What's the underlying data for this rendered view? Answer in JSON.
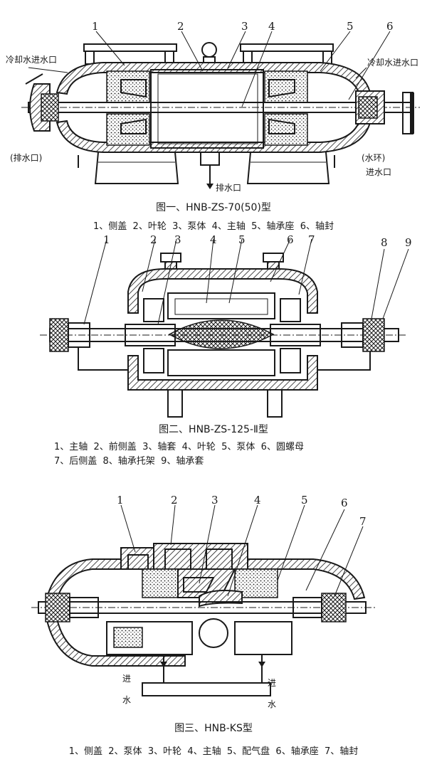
{
  "figure1": {
    "numbers": [
      "1",
      "2",
      "3",
      "4",
      "5",
      "6"
    ],
    "notes": {
      "cool_in_left": "冷却水进水口",
      "cool_in_right": "冷却水进水口",
      "drain_left": "(排水口)",
      "water_ring_1": "(水环)",
      "water_ring_2": "进水口",
      "drain_bottom": "排水口"
    },
    "caption": "图一、HNB-ZS-70(50)型",
    "legend": "1、侧盖  2、叶轮  3、泵体  4、主轴  5、轴承座  6、轴封"
  },
  "figure2": {
    "numbers": [
      "1",
      "2",
      "3",
      "4",
      "5",
      "6",
      "7",
      "8",
      "9"
    ],
    "caption": "图二、HNB-ZS-125-Ⅱ型",
    "legend_line1": "1、主轴  2、前侧盖  3、轴套  4、叶轮  5、泵体  6、圆螺母",
    "legend_line2": "7、后侧盖  8、轴承托架  9、轴承套"
  },
  "figure3": {
    "numbers": [
      "1",
      "2",
      "3",
      "4",
      "5",
      "6",
      "7"
    ],
    "notes": {
      "inlet_left_1": "进",
      "inlet_left_2": "水",
      "inlet_right_1": "进",
      "inlet_right_2": "水"
    },
    "caption": "图三、HNB-KS型",
    "legend": "1、侧盖  2、泵体  3、叶轮  4、主轴  5、配气盘  6、轴承座  7、轴封"
  }
}
